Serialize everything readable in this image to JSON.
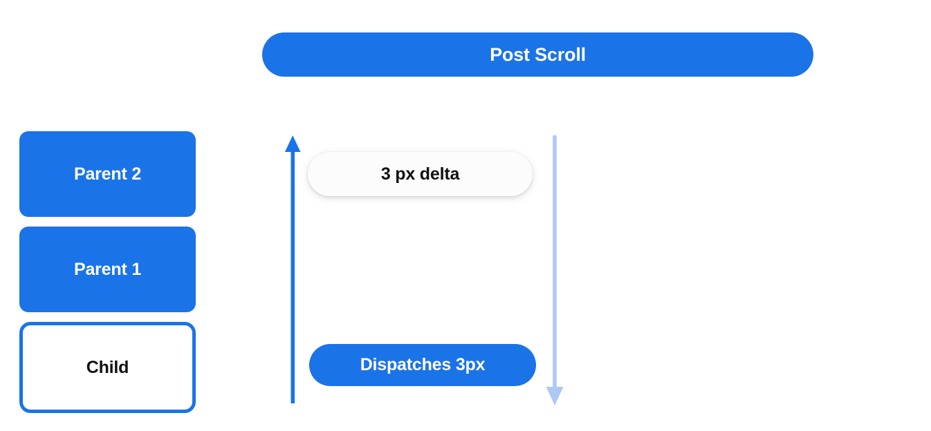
{
  "diagram": {
    "title": "Post Scroll",
    "background_color": "#ffffff",
    "accent_color": "#1b73e8",
    "muted_accent_color": "#aec8f5",
    "banner": {
      "label": "Post Scroll",
      "fill": "#1b73e8",
      "text_color": "#ffffff"
    },
    "stack": {
      "name": "scroll-hierarchy",
      "boxes": [
        {
          "label": "Parent 2",
          "style": "filled",
          "fill": "#1b73e8",
          "text_color": "#ffffff"
        },
        {
          "label": "Parent 1",
          "style": "filled",
          "fill": "#1b73e8",
          "text_color": "#ffffff"
        },
        {
          "label": "Child",
          "style": "outlined",
          "fill": "#ffffff",
          "border_color": "#1b73e8",
          "text_color": "#111111"
        }
      ]
    },
    "arrows": [
      {
        "name": "scroll-up-arrow",
        "direction": "up",
        "color": "#1b73e8",
        "label": "3 px delta"
      },
      {
        "name": "dispatch-down-arrow",
        "direction": "down",
        "color": "#aec8f5",
        "label": "Dispatches 3px"
      }
    ],
    "pills": [
      {
        "label": "3 px delta",
        "style": "light",
        "fill": "#fcfcfc",
        "text_color": "#111111"
      },
      {
        "label": "Dispatches 3px",
        "style": "solid",
        "fill": "#1b73e8",
        "text_color": "#ffffff"
      }
    ]
  }
}
